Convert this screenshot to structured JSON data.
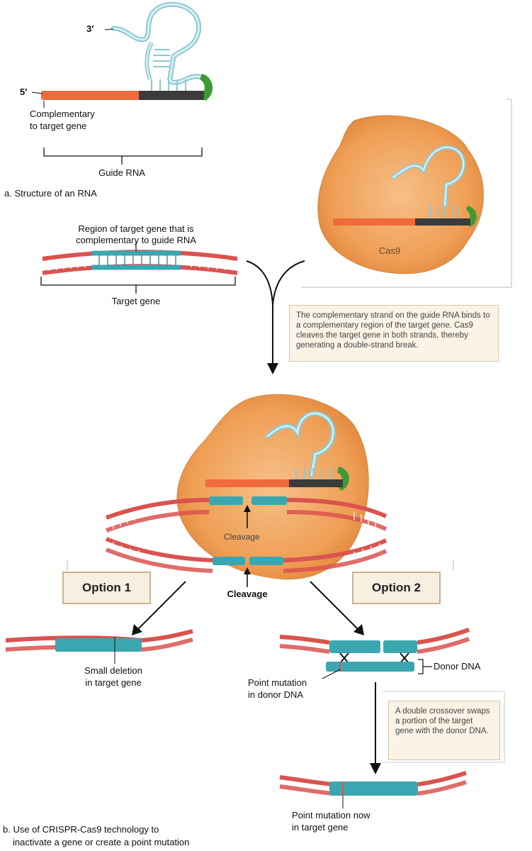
{
  "part_a": {
    "label_3prime": "3′",
    "label_5prime": "5′",
    "complementary_line1": "Complementary",
    "complementary_line2": "to target gene",
    "guide_rna": "Guide RNA",
    "caption": "a. Structure of an RNA"
  },
  "cas9": {
    "label": "Cas9"
  },
  "target_gene": {
    "region_line1": "Region of target gene that is",
    "region_line2": "complementary to guide RNA",
    "label": "Target gene"
  },
  "note_binding": {
    "text": "The complementary strand on the guide RNA binds to a complementary region of the target gene. Cas9 cleaves the target gene in both strands, thereby generating a double-strand break."
  },
  "cleavage": {
    "inner_label": "Cleavage",
    "outer_label": "Cleavage"
  },
  "option1": {
    "label": "Option 1",
    "result_line1": "Small deletion",
    "result_line2": "in target gene"
  },
  "option2": {
    "label": "Option 2",
    "donor_dna": "Donor DNA",
    "point_mutation_line1": "Point mutation",
    "point_mutation_line2": "in donor DNA",
    "note": "A double crossover swaps a portion of the target gene with the donor DNA.",
    "result_line1": "Point mutation now",
    "result_line2": "in target gene"
  },
  "caption_b": {
    "line1": "b. Use of CRISPR-Cas9 technology to",
    "line2": "inactivate a gene or create a point mutation"
  },
  "colors": {
    "rna_blue": "#bfe3ea",
    "rna_blue_stroke": "#7fbfcc",
    "orange_strand": "#ef6a3c",
    "dark_strand": "#3b3b3b",
    "green_cap": "#3f9a36",
    "cas9_fill": "#f2a25a",
    "dna_red": "#d9534f",
    "dna_teal": "#3aa7b0",
    "note_bg": "#faf3e6"
  }
}
